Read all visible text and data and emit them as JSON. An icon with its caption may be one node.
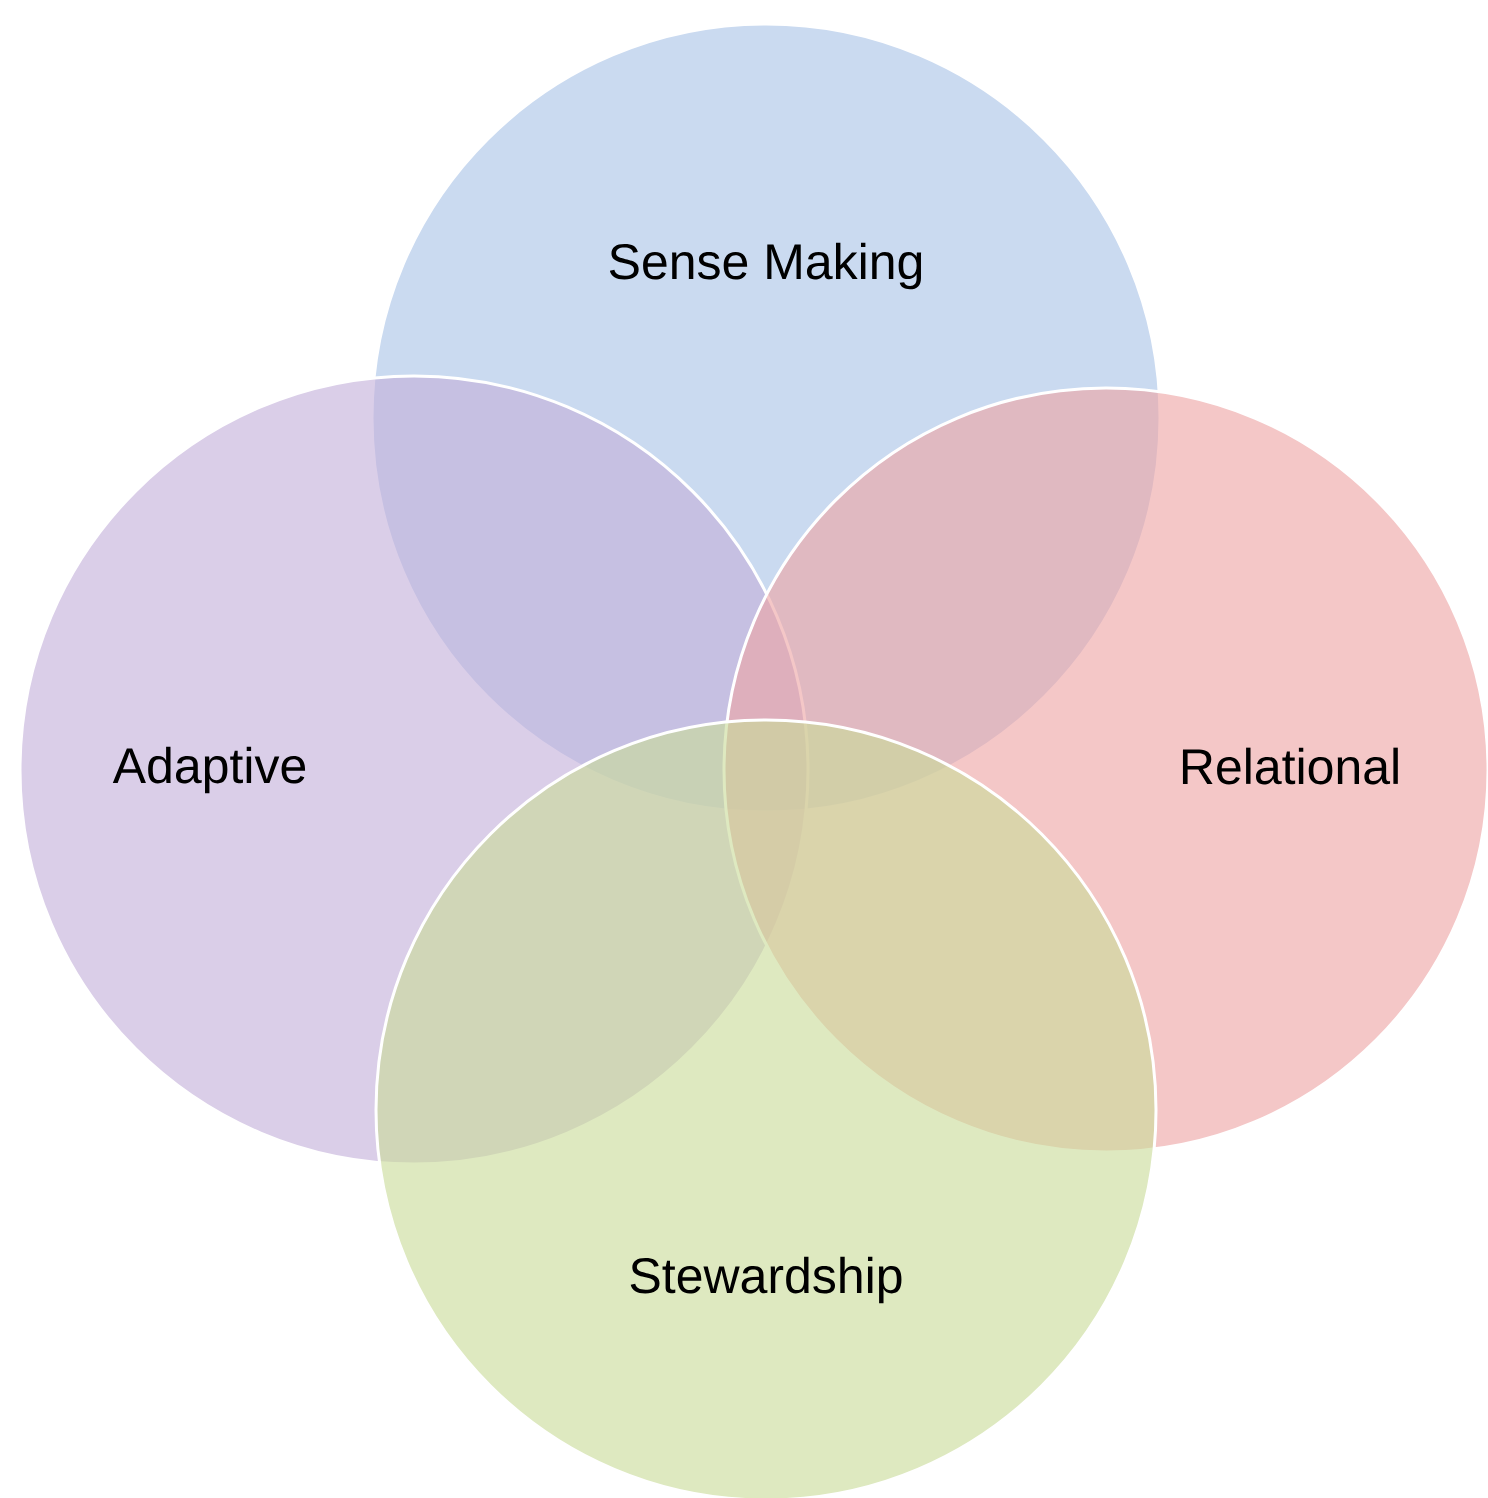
{
  "diagram": {
    "nodes": [
      {
        "text": [
          "Sense Making"
        ]
      },
      {
        "text": [
          "Adaptive"
        ]
      },
      {
        "text": [
          "Relational"
        ]
      },
      {
        "text": [
          "Stewardship"
        ]
      }
    ]
  }
}
